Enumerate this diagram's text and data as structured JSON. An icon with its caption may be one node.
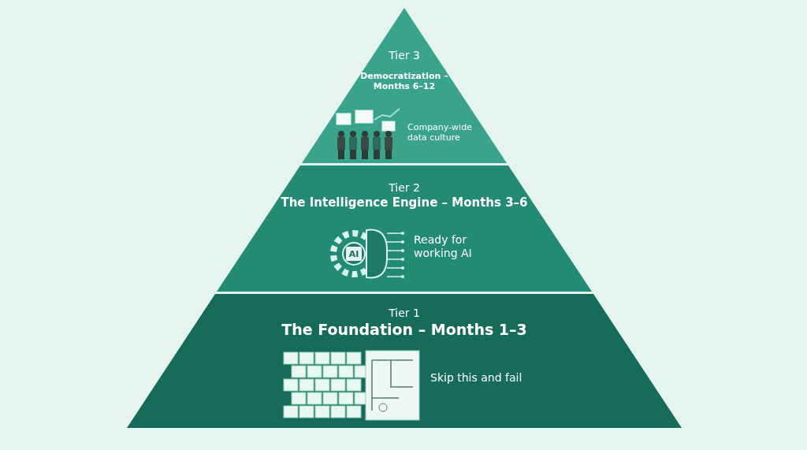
{
  "diagram": {
    "nodes": [
      {
        "text": [
          "Tier 3",
          "Democratization – Months 6–12",
          "Company-wide data culture"
        ]
      },
      {
        "text": [
          "Tier 2",
          "The Intelligence Engine – Months 3–6",
          "Ready for working AI"
        ]
      },
      {
        "text": [
          "Tier 1",
          "The Foundation – Months 1–3",
          "Skip this and fail"
        ]
      }
    ],
    "edges": [],
    "labels": [
      "AI"
    ]
  }
}
